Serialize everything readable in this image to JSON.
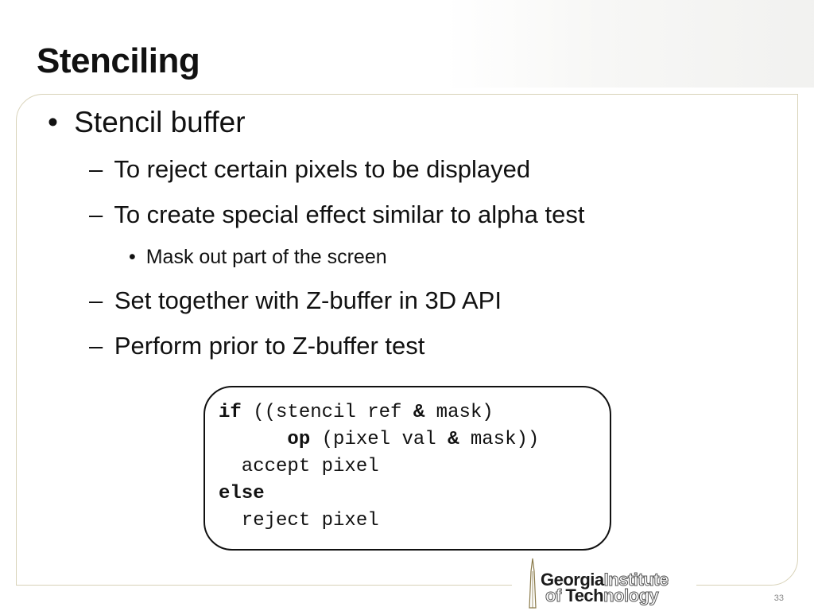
{
  "slide": {
    "title": "Stenciling",
    "page_number": "33"
  },
  "bullets": [
    {
      "marker": "•",
      "text": "Stencil buffer"
    },
    {
      "marker": "–",
      "text": "To reject certain pixels to be displayed"
    },
    {
      "marker": "–",
      "text": "To create special effect similar to alpha test"
    },
    {
      "marker": "•",
      "text": "Mask out part of the screen"
    },
    {
      "marker": "–",
      "text": "Set together with Z-buffer in 3D API"
    },
    {
      "marker": "–",
      "text": "Perform prior to Z-buffer test"
    }
  ],
  "code": {
    "line1_kw": "if",
    "line1_a": " ((stencil ref ",
    "amp": "&",
    "line1_b": " mask)",
    "line2_indent": "      ",
    "line2_kw": "op",
    "line2_a": " (pixel val ",
    "line2_b": " mask))",
    "line3": "  accept pixel",
    "line4_kw": "else",
    "line5": "  reject pixel"
  },
  "logo": {
    "line1_solid": "Georgia",
    "line1_outline": "Institute",
    "line2_outline_a": "of ",
    "line2_solid": "Tech",
    "line2_outline_b": "nology"
  },
  "colors": {
    "frame_border": "#d8d2b8",
    "text": "#111111"
  }
}
